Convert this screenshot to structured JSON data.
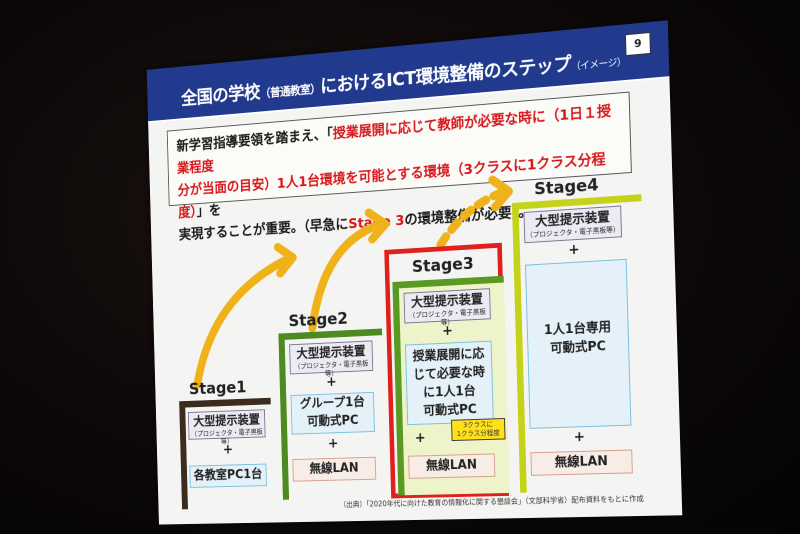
{
  "slide": {
    "page_number": "9",
    "title": {
      "part1": "全国の学校",
      "part2": "（普通教室）",
      "part3": "におけるICT環境整備のステップ",
      "note": "（イメージ）"
    },
    "intro": {
      "line1_black": "新学習指導要領を踏まえ、「",
      "line1_red": "授業展開に応じて教師が必要な時に（1日１授業程度",
      "line2_red": "分が当面の目安）1人1台環境を可能とする環境（3クラスに1クラス分程度）",
      "line2_black": "」を",
      "line3_black1": "実現することが重要。（早急に",
      "line3_red": "Stage 3",
      "line3_black2": "の環境整備が必要）。"
    },
    "stages": [
      {
        "label": "Stage1",
        "display": {
          "main": "大型提示装置",
          "sub": "（プロジェクタ・電子黒板等）"
        },
        "plus1": "+",
        "device": "各教室PC1台"
      },
      {
        "label": "Stage2",
        "display": {
          "main": "大型提示装置",
          "sub": "（プロジェクタ・電子黒板等）"
        },
        "plus1": "+",
        "device_line1": "グループ1台",
        "device_line2": "可動式PC",
        "plus2": "+",
        "network": "無線LAN"
      },
      {
        "label": "Stage3",
        "display": {
          "main": "大型提示装置",
          "sub": "（プロジェクタ・電子黒板等）"
        },
        "plus1": "+",
        "device_lines": [
          "授業展開に応",
          "じて必要な時",
          "に1人1台",
          "可動式PC"
        ],
        "callout_line1": "3クラスに",
        "callout_line2": "1クラス分程度",
        "plus2": "+",
        "network": "無線LAN"
      },
      {
        "label": "Stage4",
        "display": {
          "main": "大型提示装置",
          "sub": "（プロジェクタ・電子黒板等）"
        },
        "plus1": "+",
        "device_line1": "1人1台専用",
        "device_line2": "可動式PC",
        "plus2": "+",
        "network": "無線LAN"
      }
    ],
    "source": "（出典）「2020年代に向けた教育の情報化に関する懇談会」（文部科学省）配布資料をもとに作成",
    "colors": {
      "header": "#223a8e",
      "highlight_red": "#d8171b",
      "arrow": "#f0b21a",
      "stage1_frame": "#3b2c1e",
      "stage2_frame": "#4e8a22",
      "stage3_frame": "#5a9a24",
      "stage4_frame": "#c5d21a",
      "stage3_border": "#e0201c"
    }
  }
}
